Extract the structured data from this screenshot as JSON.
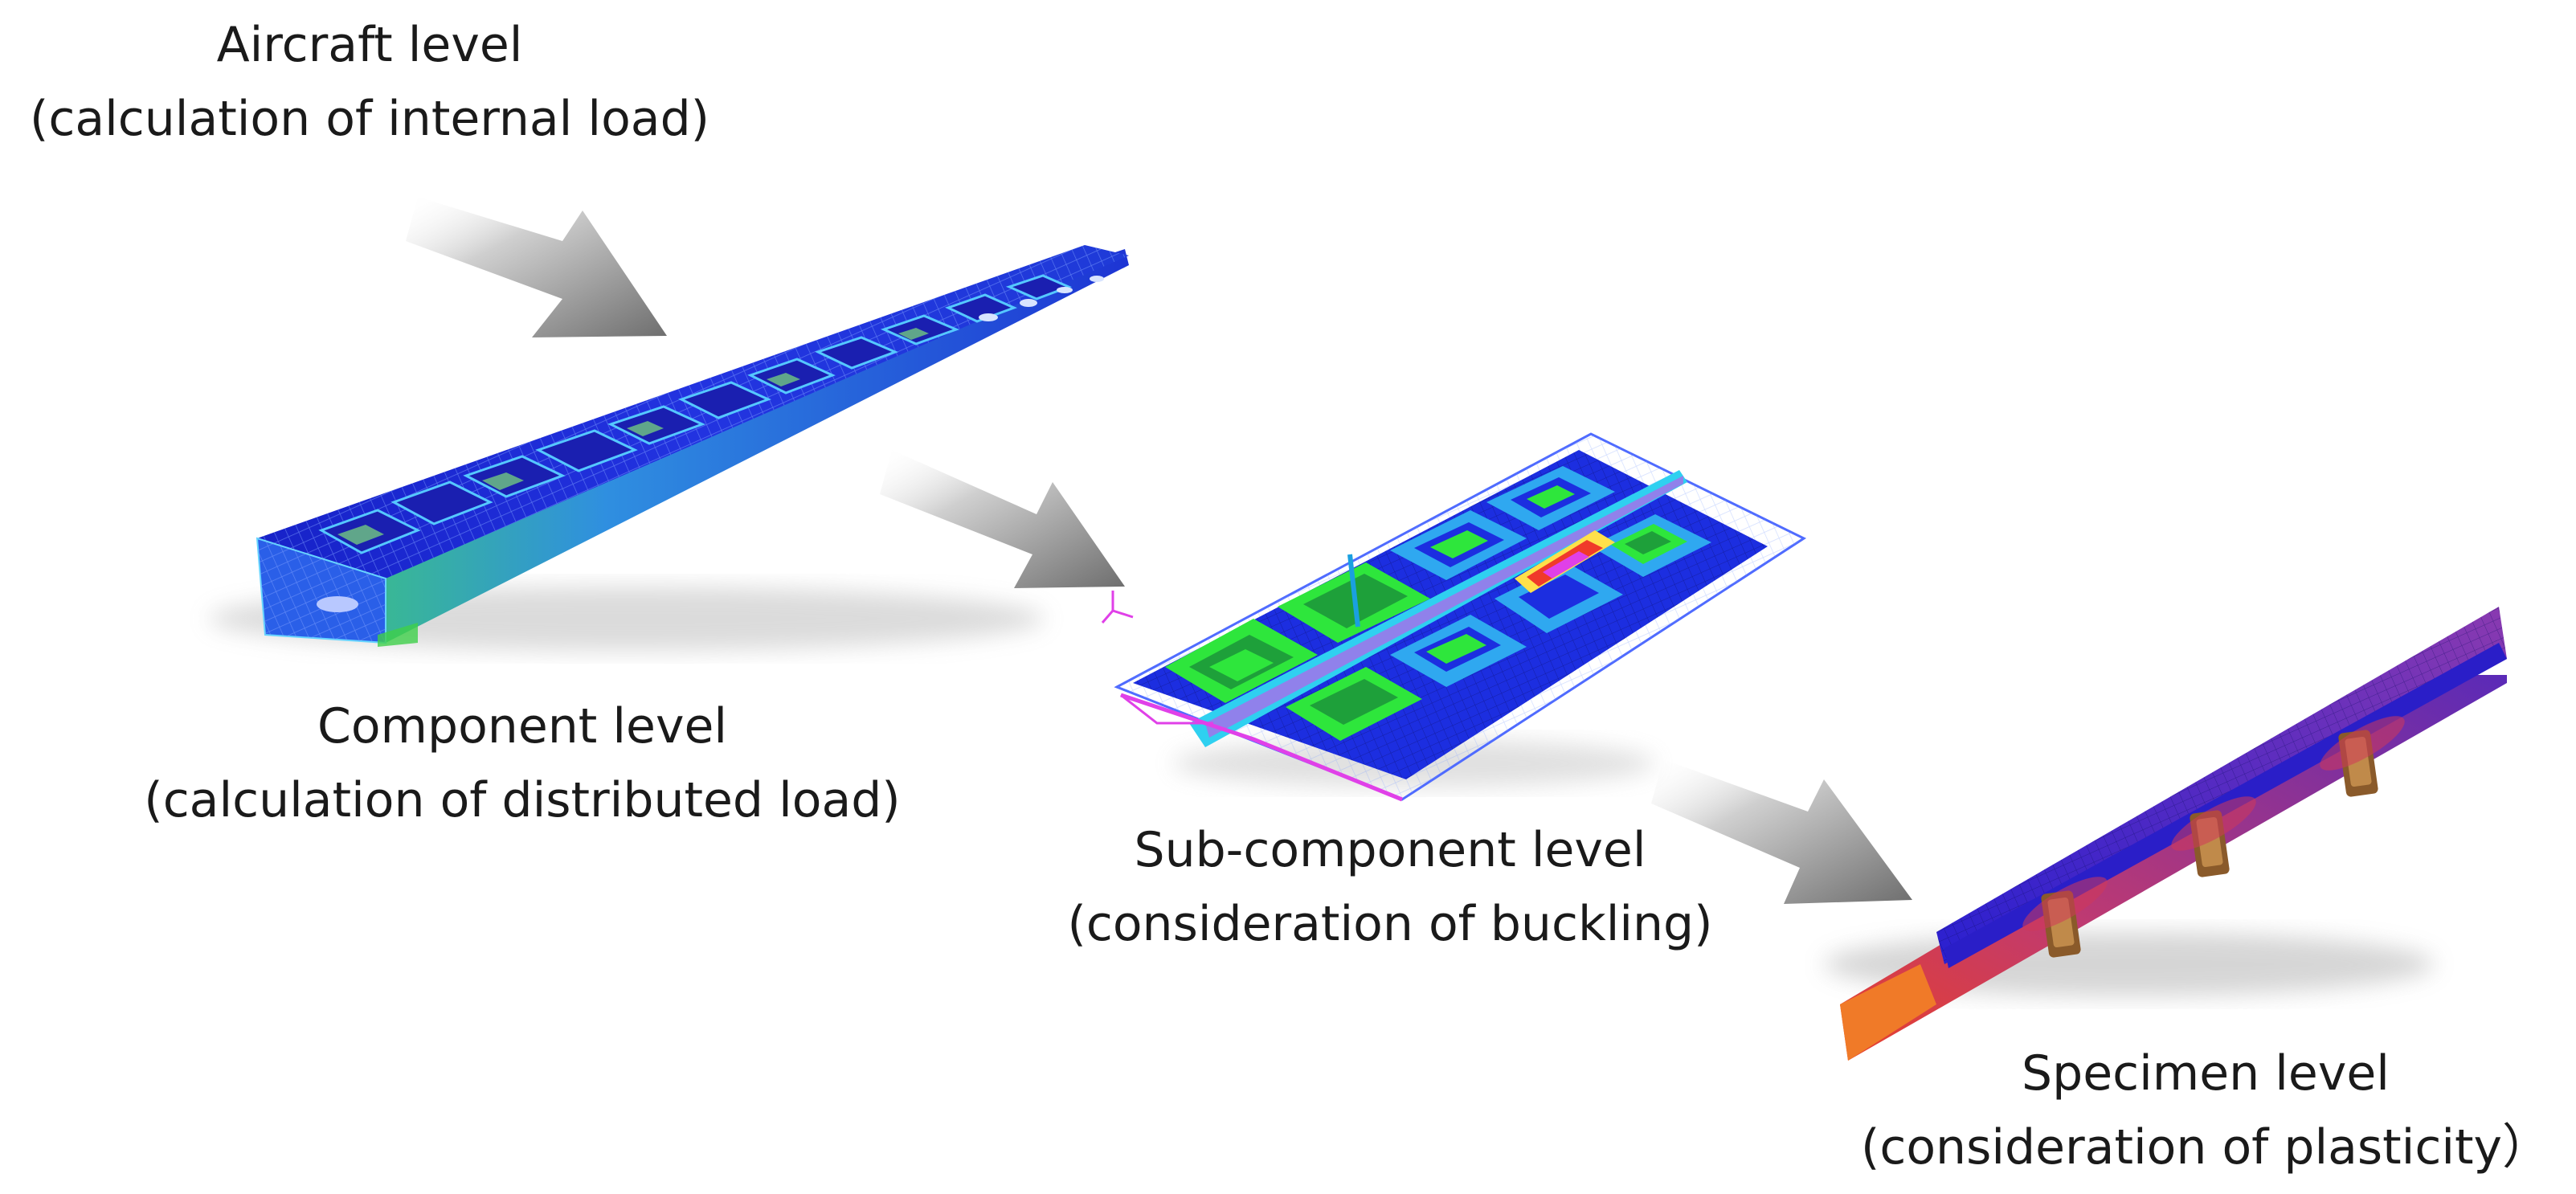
{
  "levels": [
    {
      "id": "aircraft",
      "title": "Aircraft level",
      "subtitle": "(calculation of internal load)"
    },
    {
      "id": "component",
      "title": "Component level",
      "subtitle": "(calculation of distributed load)"
    },
    {
      "id": "subcomponent",
      "title": "Sub-component level",
      "subtitle": "(consideration of buckling)"
    },
    {
      "id": "specimen",
      "title": "Specimen level",
      "subtitle": "(consideration of plasticity）"
    }
  ],
  "colors": {
    "fea_blue": "#1a2fd6",
    "fea_light_blue": "#2fa8f0",
    "fea_green": "#2ee63c",
    "fea_mesh": "#3b4bff",
    "fea_magenta": "#e040e8",
    "specimen_purple": "#6a2bb8",
    "specimen_red": "#e03a2a",
    "specimen_orange": "#f07a28",
    "arrow_gray": "#8a8a8a"
  },
  "icons": [
    "wing-box-fea-model",
    "stiffened-panel-fea-model",
    "bolted-joint-specimen-fea-model",
    "gray-arrow"
  ]
}
